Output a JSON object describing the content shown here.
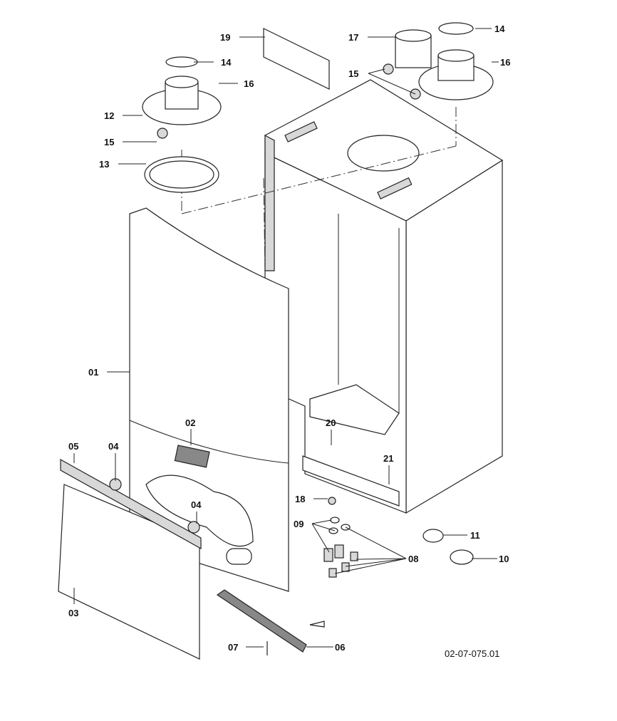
{
  "diagram": {
    "reference": "02-07-075.01",
    "callouts": {
      "c01": "01",
      "c02": "02",
      "c03": "03",
      "c04a": "04",
      "c04b": "04",
      "c05": "05",
      "c06": "06",
      "c07": "07",
      "c08": "08",
      "c09": "09",
      "c10": "10",
      "c11": "11",
      "c12": "12",
      "c13": "13",
      "c14a": "14",
      "c14b": "14",
      "c15a": "15",
      "c15b": "15",
      "c16a": "16",
      "c16b": "16",
      "c17": "17",
      "c18": "18",
      "c19": "19",
      "c20": "20",
      "c21": "21"
    }
  }
}
